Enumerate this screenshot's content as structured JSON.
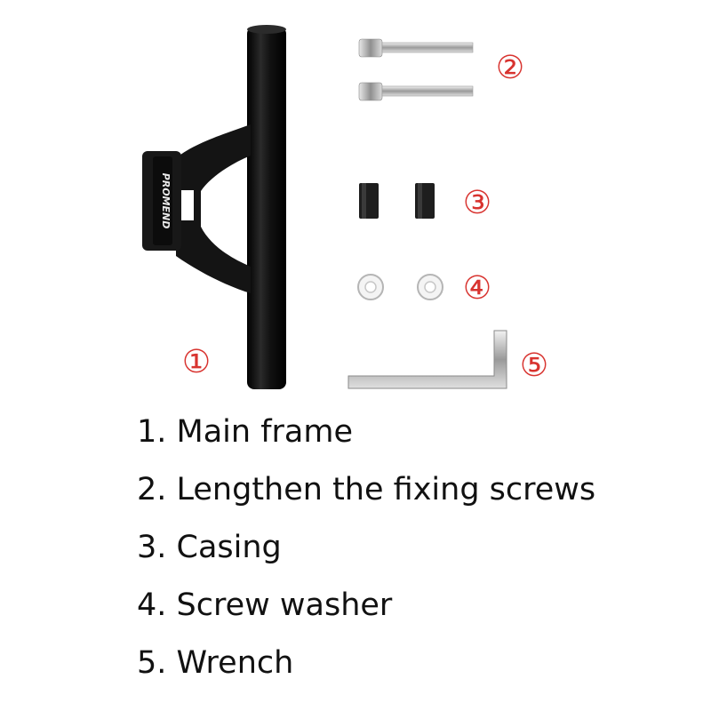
{
  "brand_colors": {
    "badge": "#d8332f",
    "frame": "#141414",
    "metal": "#c8c8c8"
  },
  "product": {
    "logo_text": "PROMEND"
  },
  "badges": [
    {
      "id": "1",
      "symbol": "①"
    },
    {
      "id": "2",
      "symbol": "②"
    },
    {
      "id": "3",
      "symbol": "③"
    },
    {
      "id": "4",
      "symbol": "④"
    },
    {
      "id": "5",
      "symbol": "⑤"
    }
  ],
  "parts_list": [
    "1. Main frame",
    "2. Lengthen the fixing screws",
    "3. Casing",
    "4. Screw washer",
    "5. Wrench"
  ]
}
